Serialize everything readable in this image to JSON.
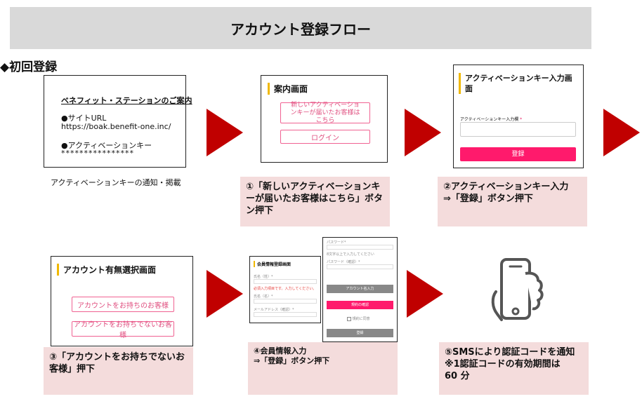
{
  "title": "アカウント登録フロー",
  "section_label": "◆初回登録",
  "screen1": {
    "heading": "ベネフィット・ステーションのご案内",
    "bullet1_label": "●サイトURL",
    "bullet1_value": "https://boak.benefit-one.inc/",
    "bullet2_label": "●アクティベーションキー",
    "bullet2_value": "****************",
    "caption": "アクティベーションキーの通知・掲載"
  },
  "screen2": {
    "header": "案内画面",
    "button_new": "新しいアクティベーションキーが届いたお客様はこちら",
    "button_login": "ログイン",
    "note": "①「新しいアクティベーションキーが届いたお客様はこちら」ボタン押下"
  },
  "screen3": {
    "header": "アクティベーションキー入力画面",
    "field_label": "アクティベーションキー入力欄",
    "required_mark": "*",
    "submit": "登録",
    "note_line1": "②アクティベーションキー入力",
    "note_line2": "⇒「登録」ボタン押下"
  },
  "screen4": {
    "header": "アカウント有無選択画面",
    "button_has": "アカウントをお持ちのお客様",
    "button_none": "アカウントをお持ちでないお客様",
    "note": "③「アカウントをお持ちでないお客様」押下"
  },
  "screen5": {
    "header": "会員情報登録画面",
    "field1": "氏名（姓）*",
    "error_text": "必須入力項目です。入力してください。",
    "field2": "氏名（名）*",
    "field3": "メールアドレス（確認）*",
    "pw_label": "パスワード*",
    "pw_hint": "8文字以上で入力してください",
    "pw_confirm": "パスワード（確認）*",
    "gray_button": "アカウント名入力",
    "pink_button": "規約の確認",
    "checkbox_label": "規約に同意",
    "register_button": "登録",
    "note_line1": "④会員情報入力",
    "note_line2": "⇒「登録」ボタン押下"
  },
  "step6": {
    "note_line1": "⑤SMSにより認証コードを通知",
    "note_line2": "※1認証コードの有効期間は",
    "note_line3": "60 分"
  },
  "colors": {
    "arrow": "#c00000",
    "note_bg": "#f4dcdc",
    "accent_pink": "#ff1a6c",
    "header_accent": "#f0b800"
  }
}
